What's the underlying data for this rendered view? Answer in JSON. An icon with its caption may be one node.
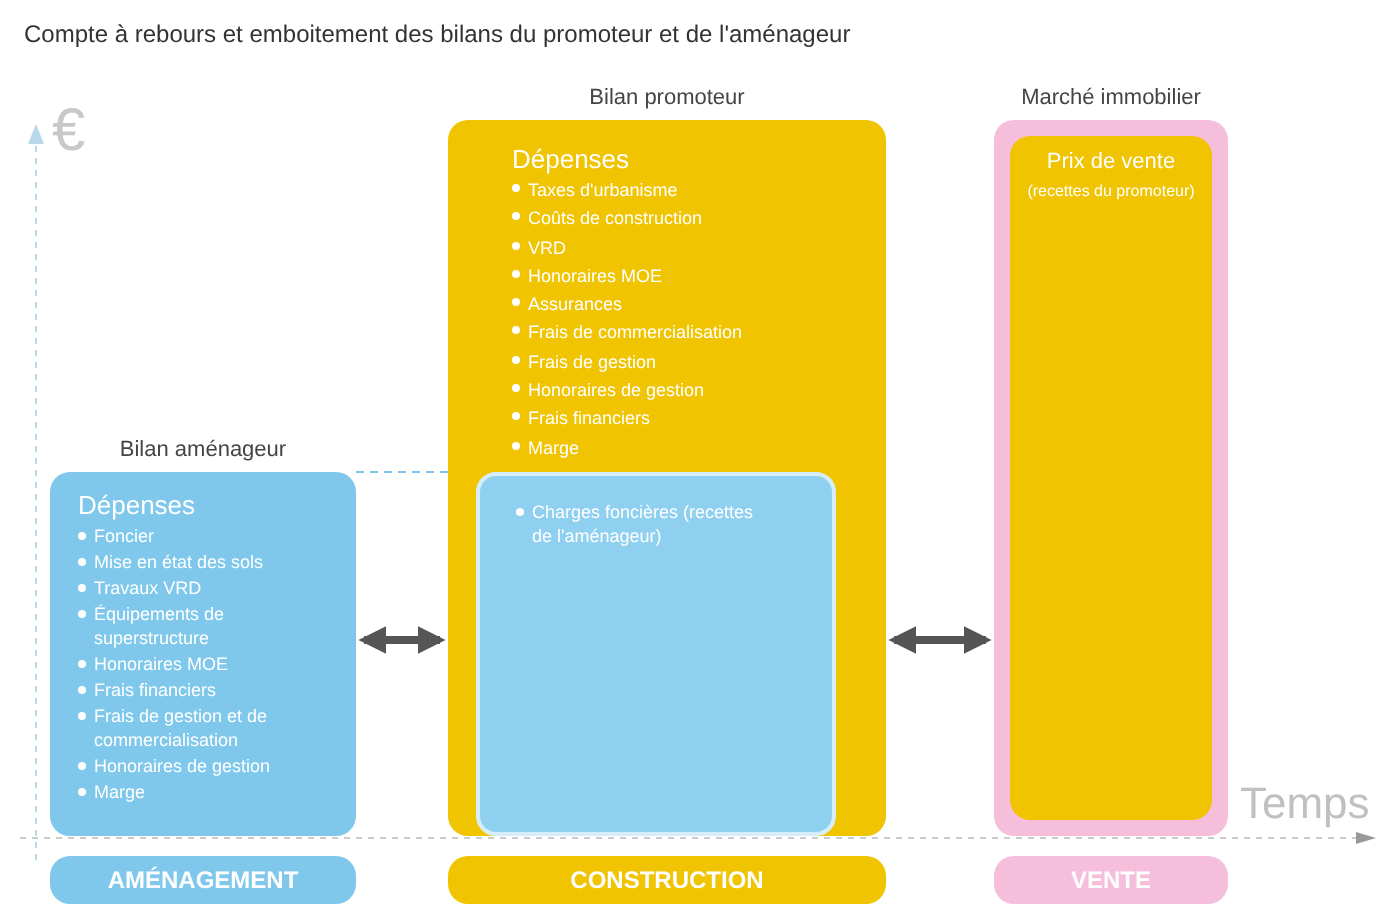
{
  "diagram": {
    "title": "Compte à rebours et emboitement des bilans du promoteur et de l'aménageur",
    "nodes": [
      {
        "text": [
          "Bilan aménageur",
          "Dépenses",
          "Foncier",
          "Mise en état des sols",
          "Travaux VRD",
          "Équipements de superstructure",
          "Honoraires MOE",
          "Frais financiers",
          "Frais de gestion et de commercialisation",
          "Honoraires de gestion",
          "Marge"
        ]
      },
      {
        "text": [
          "Bilan promoteur",
          "Dépenses",
          "Taxes d'urbanisme",
          "Coûts de construction",
          "VRD",
          "Honoraires MOE",
          "Assurances",
          "Frais de commercialisation",
          "Frais de gestion",
          "Honoraires de gestion",
          "Frais financiers",
          "Marge"
        ]
      },
      {
        "text": [
          "Charges foncières (recettes de l'aménageur)"
        ],
        "in": 1
      },
      {
        "text": [
          "Marché immobilier"
        ]
      },
      {
        "text": [
          "Prix de vente",
          "(recettes du promoteur)"
        ],
        "in": 3
      },
      {
        "text": [
          "AMÉNAGEMENT"
        ]
      },
      {
        "text": [
          "CONSTRUCTION"
        ]
      },
      {
        "text": [
          "VENTE"
        ]
      }
    ],
    "edges": [
      {
        "from": 0,
        "to": 1,
        "arrow": "both"
      },
      {
        "from": 1,
        "to": 3,
        "arrow": "both"
      },
      {
        "from": 0,
        "to": 2,
        "arrow": "none",
        "style": "dashed",
        "color": "#7fc8ec"
      }
    ],
    "labels": [
      "€",
      "Temps"
    ]
  }
}
